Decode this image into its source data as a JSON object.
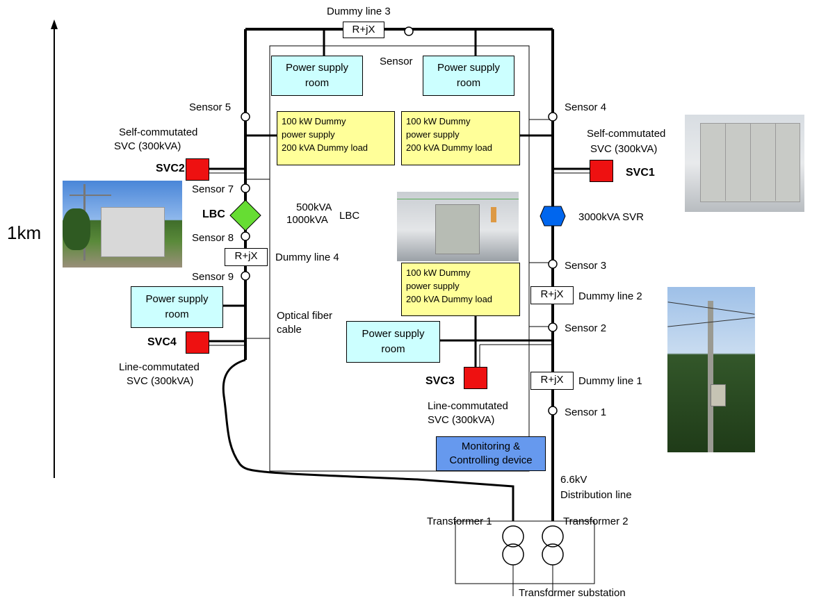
{
  "scale_label": "1km",
  "labels": {
    "dummy_line_3": "Dummy line 3",
    "dummy_line_4": "Dummy line 4",
    "dummy_line_2": "Dummy line 2",
    "dummy_line_1": "Dummy line 1",
    "rjx": "R+jX",
    "sensor_top": "Sensor",
    "sensor_1": "Sensor 1",
    "sensor_2": "Sensor 2",
    "sensor_3": "Sensor 3",
    "sensor_4": "Sensor 4",
    "sensor_5": "Sensor 5",
    "sensor_7": "Sensor 7",
    "sensor_8": "Sensor 8",
    "sensor_9": "Sensor 9",
    "power_room_line1": "Power supply",
    "power_room_line2": "room",
    "dummy_supply_line1": "100 kW Dummy",
    "dummy_supply_line2": "power supply",
    "dummy_load": "200 kVA Dummy load",
    "self_svc_line1": "Self-commutated",
    "self_svc_line2": "SVC (300kVA)",
    "line_svc_line1": "Line-commutated",
    "line_svc_line2": "SVC (300kVA)",
    "svc1": "SVC1",
    "svc2": "SVC2",
    "svc3": "SVC3",
    "svc4": "SVC4",
    "lbc": "LBC",
    "lbc_rating1": "500kVA",
    "lbc_rating2": "1000kVA",
    "lbc_suffix": "LBC",
    "svr": "3000kVA  SVR",
    "fiber_line1": "Optical fiber",
    "fiber_line2": "cable",
    "monitor_line1": "Monitoring &",
    "monitor_line2": "Controlling device",
    "dist_line1": "6.6kV",
    "dist_line2": "Distribution line",
    "transformer_1": "Transformer 1",
    "transformer_2": "Transformer 2",
    "substation": "Transformer substation"
  },
  "colors": {
    "room": "#ccffff",
    "dummy_box": "#ffff99",
    "svc": "#ee1111",
    "lbc": "#66dd33",
    "svr": "#0066ee",
    "monitor": "#6699ee"
  }
}
